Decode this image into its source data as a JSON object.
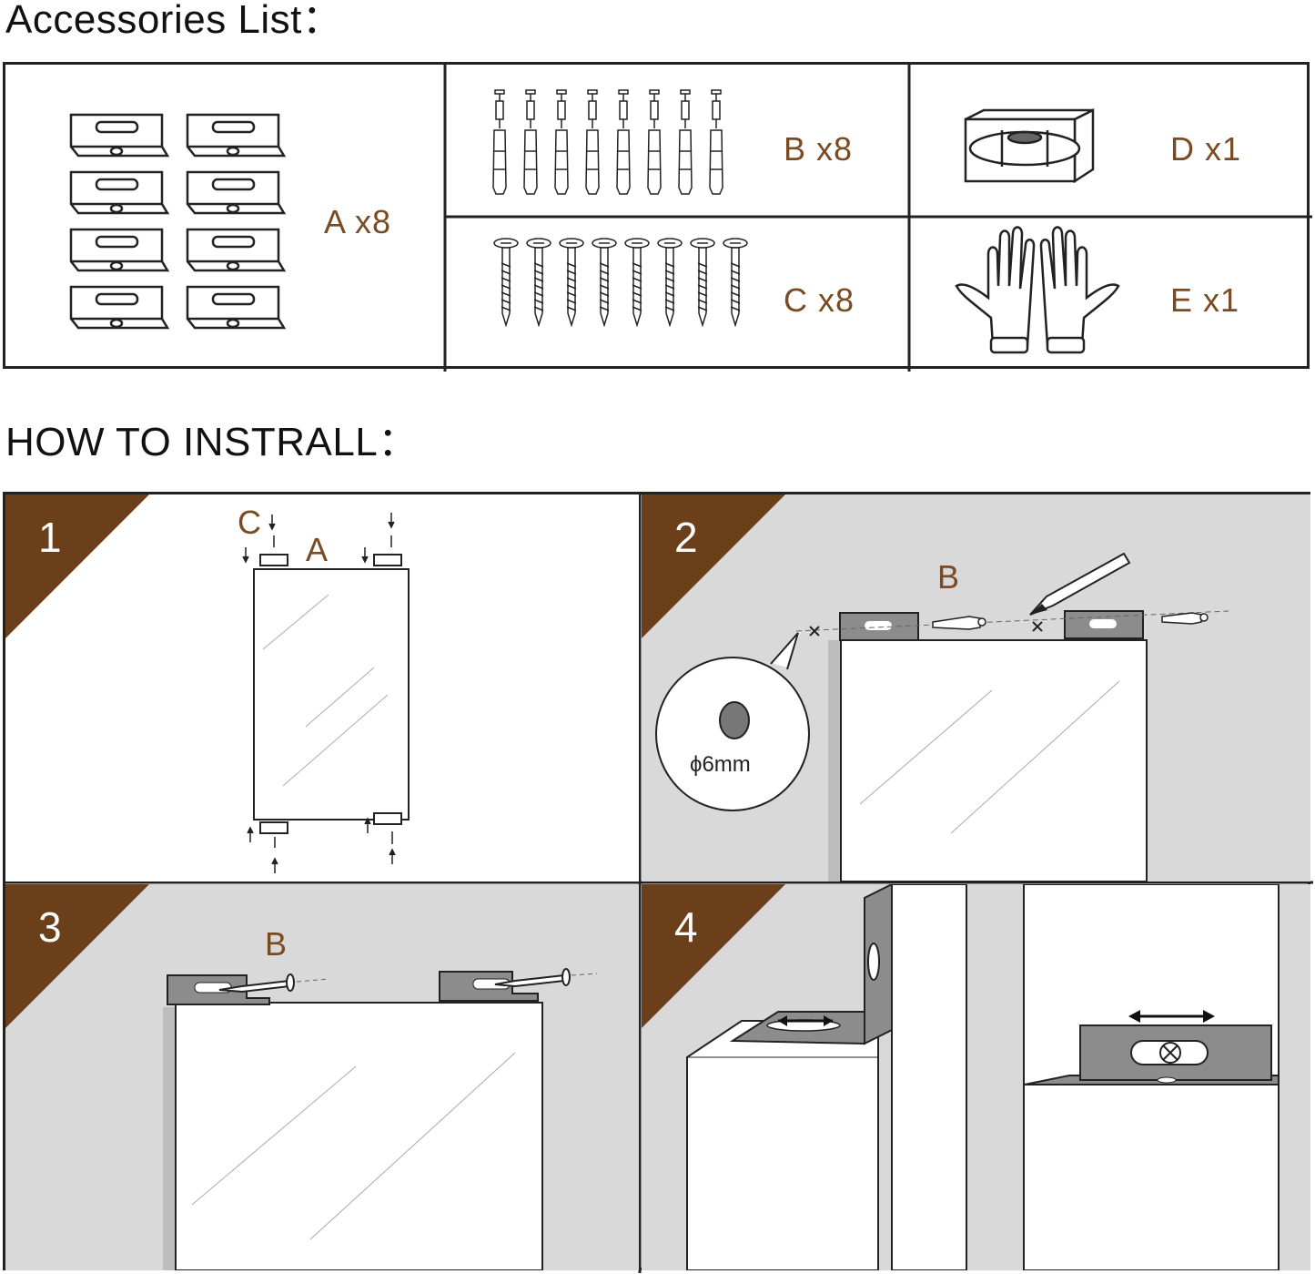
{
  "headings": {
    "accessories": "Accessories List：",
    "install": "HOW TO INSTRALL："
  },
  "accessories": [
    {
      "id": "A",
      "label": "A x8"
    },
    {
      "id": "B",
      "label": "B x8"
    },
    {
      "id": "C",
      "label": "C x8"
    },
    {
      "id": "D",
      "label": "D x1"
    },
    {
      "id": "E",
      "label": "E x1"
    }
  ],
  "steps": [
    {
      "number": "1",
      "labels": [
        "C",
        "A"
      ]
    },
    {
      "number": "2",
      "labels": [
        "B"
      ],
      "hole_size": "ϕ6mm"
    },
    {
      "number": "3",
      "labels": [
        "B"
      ]
    },
    {
      "number": "4",
      "labels": []
    }
  ],
  "colors": {
    "label_brown": "#7a4a22",
    "corner_brown": "#6b3f1a",
    "wall_gray": "#d9d9d9",
    "bracket_gray": "#8c8c8c"
  }
}
